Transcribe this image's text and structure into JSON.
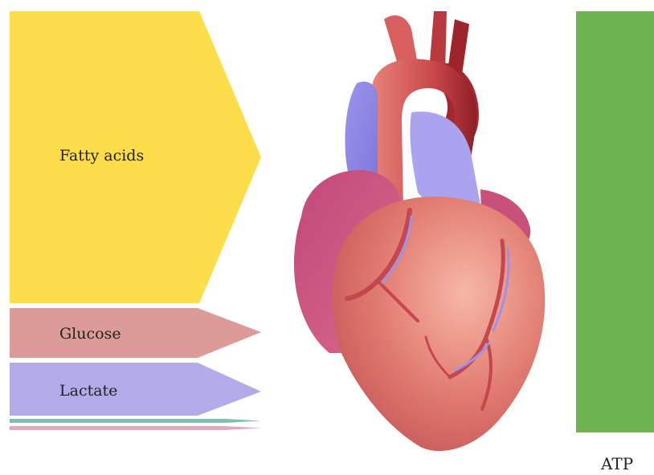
{
  "inputs": [
    {
      "label": "Fatty acids",
      "color": "#FDDD4A"
    },
    {
      "label": "Glucose",
      "color": "#DC9B97"
    },
    {
      "label": "Lactate",
      "color": "#B3AAEA"
    },
    {
      "label": "",
      "color": "#7FBEB3"
    },
    {
      "label": "",
      "color": "#E3A8BE"
    }
  ],
  "output": {
    "label": "ATP",
    "color": "#6DB352"
  },
  "illustration": {
    "icon": "heart-icon"
  }
}
